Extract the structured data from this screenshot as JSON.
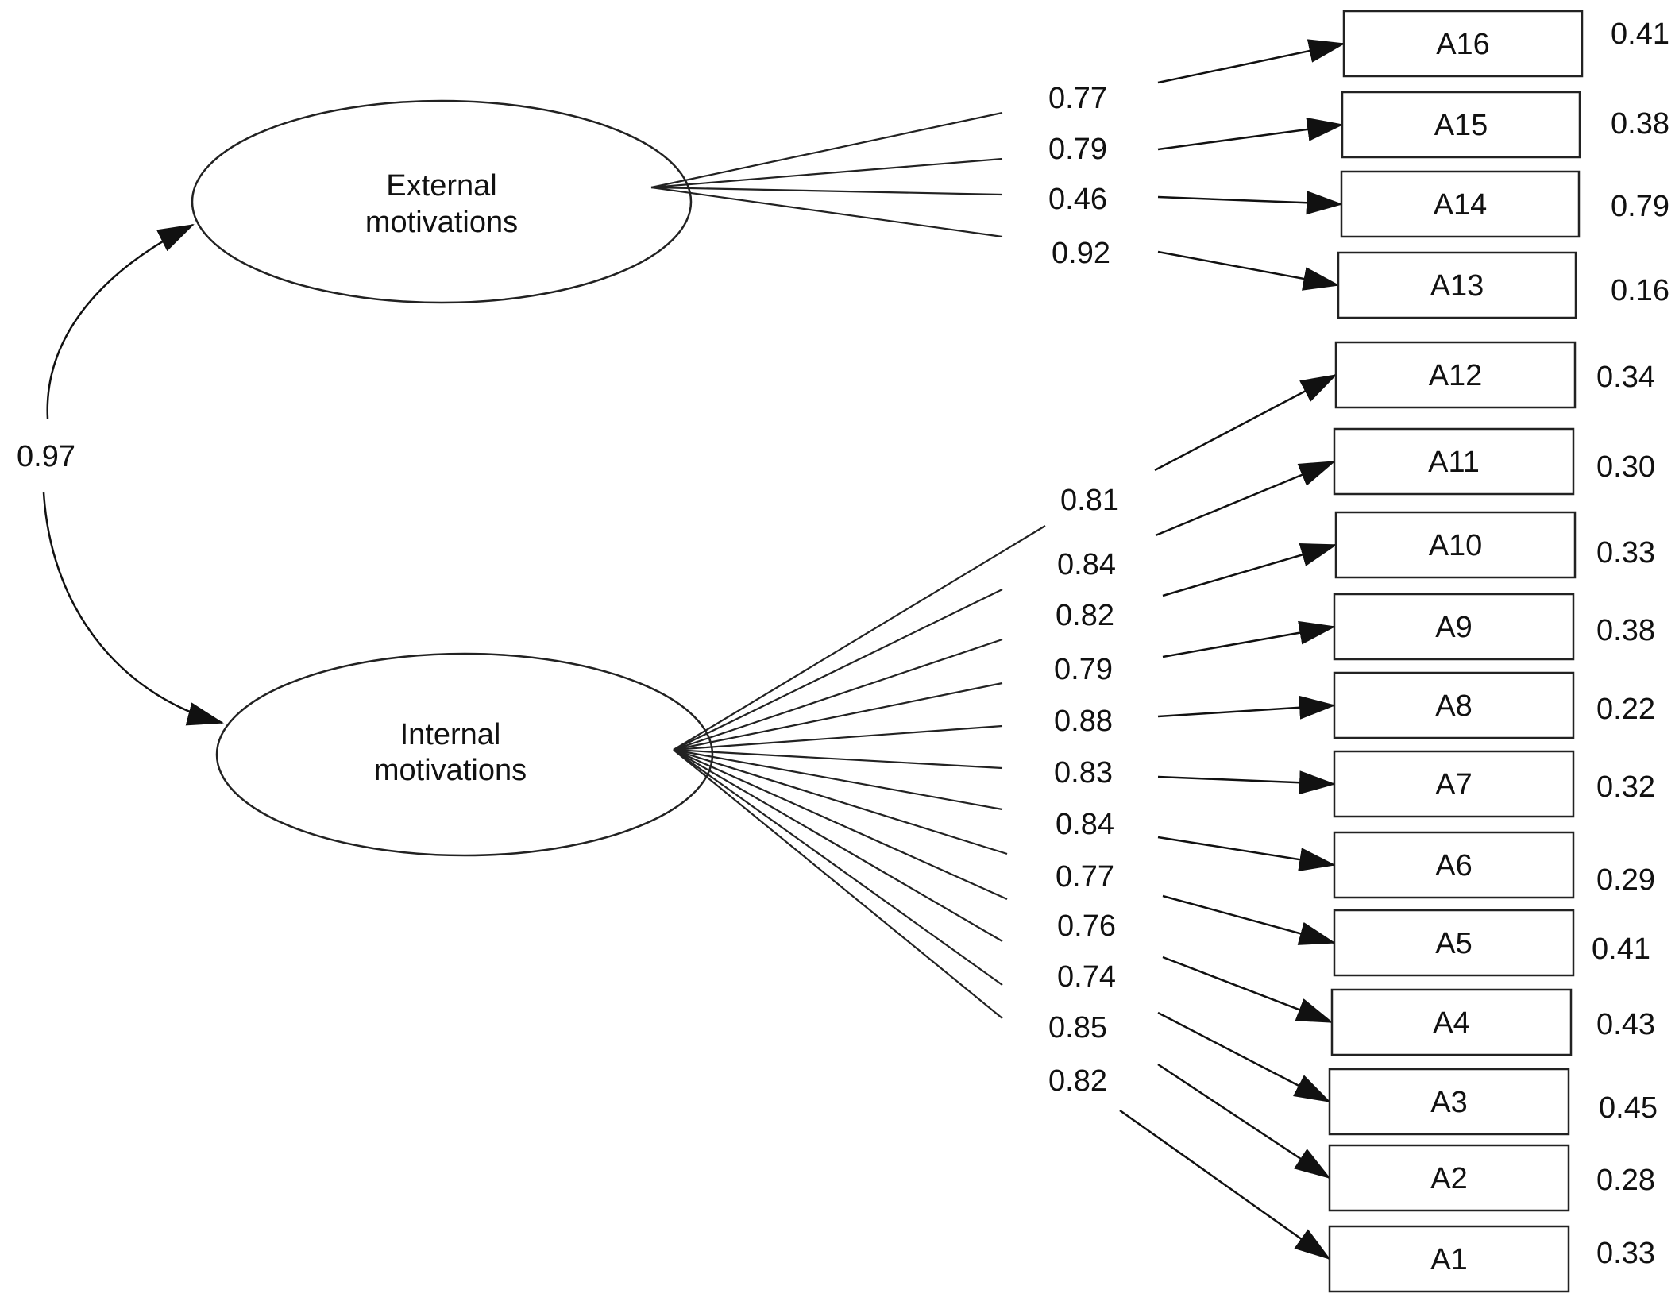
{
  "factors": [
    {
      "id": "external",
      "label_lines": [
        "External",
        "motivations"
      ]
    },
    {
      "id": "internal",
      "label_lines": [
        "Internal",
        "motivations"
      ]
    }
  ],
  "correlation": {
    "value": "0.97"
  },
  "items": [
    {
      "label": "A16",
      "factor": "external",
      "loading": "0.77",
      "error": "0.41"
    },
    {
      "label": "A15",
      "factor": "external",
      "loading": "0.79",
      "error": "0.38"
    },
    {
      "label": "A14",
      "factor": "external",
      "loading": "0.46",
      "error": "0.79"
    },
    {
      "label": "A13",
      "factor": "external",
      "loading": "0.92",
      "error": "0.16"
    },
    {
      "label": "A12",
      "factor": "internal",
      "loading": "0.81",
      "error": "0.34"
    },
    {
      "label": "A11",
      "factor": "internal",
      "loading": "0.84",
      "error": "0.30"
    },
    {
      "label": "A10",
      "factor": "internal",
      "loading": "0.82",
      "error": "0.33"
    },
    {
      "label": "A9",
      "factor": "internal",
      "loading": "0.79",
      "error": "0.38"
    },
    {
      "label": "A8",
      "factor": "internal",
      "loading": "0.88",
      "error": "0.22"
    },
    {
      "label": "A7",
      "factor": "internal",
      "loading": "0.83",
      "error": "0.32"
    },
    {
      "label": "A6",
      "factor": "internal",
      "loading": "0.84",
      "error": "0.29"
    },
    {
      "label": "A5",
      "factor": "internal",
      "loading": "0.77",
      "error": "0.41"
    },
    {
      "label": "A4",
      "factor": "internal",
      "loading": "0.76",
      "error": "0.43"
    },
    {
      "label": "A3",
      "factor": "internal",
      "loading": "0.74",
      "error": "0.45"
    },
    {
      "label": "A2",
      "factor": "internal",
      "loading": "0.85",
      "error": "0.28"
    },
    {
      "label": "A1",
      "factor": "internal",
      "loading": "0.82",
      "error": "0.33"
    }
  ]
}
